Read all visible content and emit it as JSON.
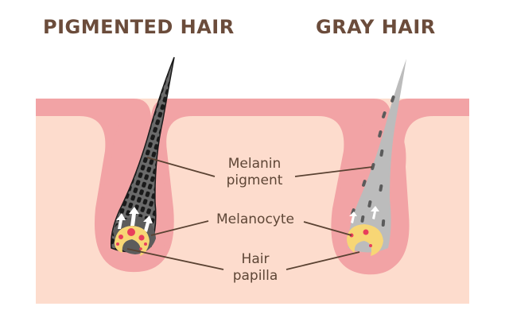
{
  "titles": {
    "left": "PIGMENTED HAIR",
    "right": "GRAY HAIR"
  },
  "labels": {
    "melanin_line1": "Melanin",
    "melanin_line2": "pigment",
    "melanocyte": "Melanocyte",
    "papilla_line1": "Hair",
    "papilla_line2": "papilla"
  },
  "icons": {
    "upward_arrows": "arrow-up-icon"
  },
  "colors": {
    "title": "#6b4c3b",
    "label_text": "#5e4636",
    "leader_line": "#5a4232",
    "skin_outer": "#f2a3a5",
    "skin_inner": "#fddccd",
    "pigmented_hair": "#1f1f1f",
    "pigmented_cells": "#6a6a6a",
    "gray_hair": "#bcbcbc",
    "gray_dashes": "#5b5b5b",
    "papilla_cap": "#f7d675",
    "melanocyte_dots": "#e83e5c",
    "papilla_core": "#f5b5a8",
    "arrow": "#ffffff"
  }
}
